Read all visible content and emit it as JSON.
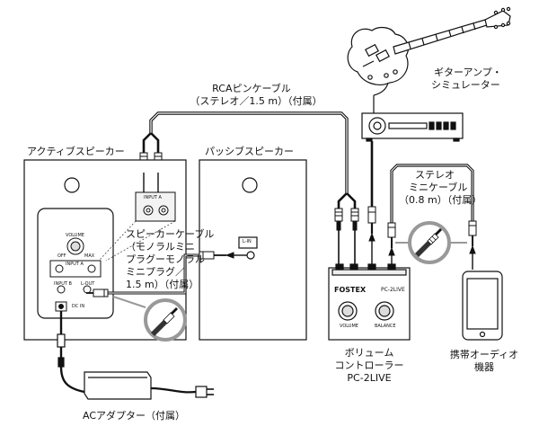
{
  "labels": {
    "guitar_amp_line1": "ギターアンプ・",
    "guitar_amp_line2": "シミュレーター",
    "rca_line1": "RCAピンケーブル",
    "rca_line2": "（ステレオ／1.5 m）（付属）",
    "active_speaker": "アクティブスピーカー",
    "passive_speaker": "パッシブスピーカー",
    "stereo_mini_line1": "ステレオ",
    "stereo_mini_line2": "ミニケーブル",
    "stereo_mini_line3": "（0.8 m）（付属）",
    "speaker_cable_line1": "スピーカーケーブル",
    "speaker_cable_line2": "（モノラルミニ",
    "speaker_cable_line3": "プラグーモノラル",
    "speaker_cable_line4": "ミニプラグ／",
    "speaker_cable_line5": "1.5 m）（付属）",
    "controller_line1": "ボリューム",
    "controller_line2": "コントローラー",
    "controller_line3": "PC-2LIVE",
    "portable_line1": "携帯オーディオ",
    "portable_line2": "機器",
    "ac_adapter": "ACアダプター（付属）"
  },
  "panel_text": {
    "input_a": "INPUT A",
    "volume": "VOLUME",
    "off": "OFF",
    "max": "MAX",
    "input_b": "INPUT B",
    "l_out": "L-OUT",
    "dc_in": "DC IN",
    "l_in": "L-IN",
    "brand": "FOSTEX",
    "model": "PC-2LIVE",
    "knob_volume": "VOLUME",
    "knob_balance": "BALANCE"
  }
}
